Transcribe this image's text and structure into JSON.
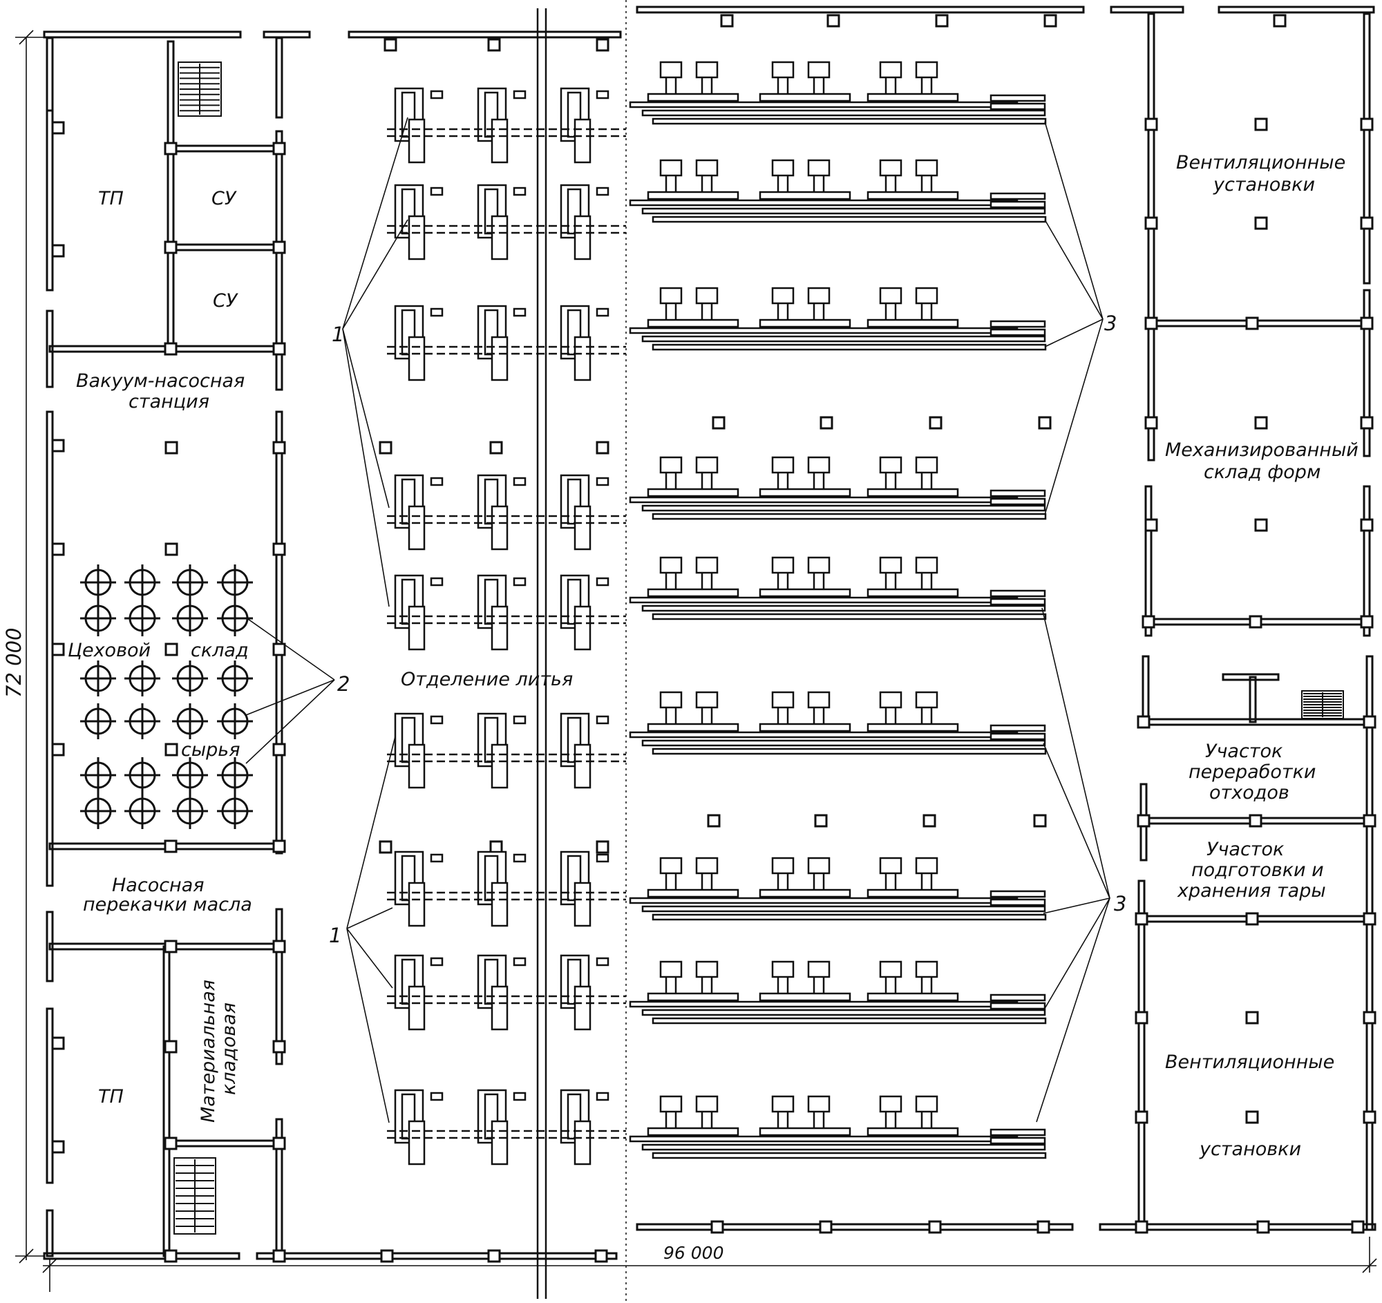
{
  "colors": {
    "ink": "#111111",
    "paper": "#ffffff"
  },
  "dimensions": {
    "height": "72 000",
    "width": "96 000"
  },
  "rooms": {
    "tp_top": "ТП",
    "su_1": "СУ",
    "su_2": "СУ",
    "vacuum_l1": "Вакуум-насосная",
    "vacuum_l2": "станция",
    "warehouse_l1": "Цеховой",
    "warehouse_l2": "склад",
    "warehouse_l3": "сырья",
    "pump_oil_l1": "Насосная",
    "pump_oil_l2": "перекачки масла",
    "material_l1": "Материальная",
    "material_l2": "кладовая",
    "tp_bottom": "ТП",
    "casting": "Отделение литья",
    "vent_top_l1": "Вентиляционные",
    "vent_top_l2": "установки",
    "mold_store_l1": "Механизированный",
    "mold_store_l2": "склад форм",
    "waste_l1": "Участок",
    "waste_l2": "переработки",
    "waste_l3": "отходов",
    "container_l1": "Участок",
    "container_l2": "подготовки и",
    "container_l3": "хранения тары",
    "vent_bottom_l1": "Вентиляционные",
    "vent_bottom_l2": "установки"
  },
  "callouts": {
    "c1_top": "1",
    "c1_bottom": "1",
    "c2": "2",
    "c3_top": "3",
    "c3_bottom": "3"
  }
}
